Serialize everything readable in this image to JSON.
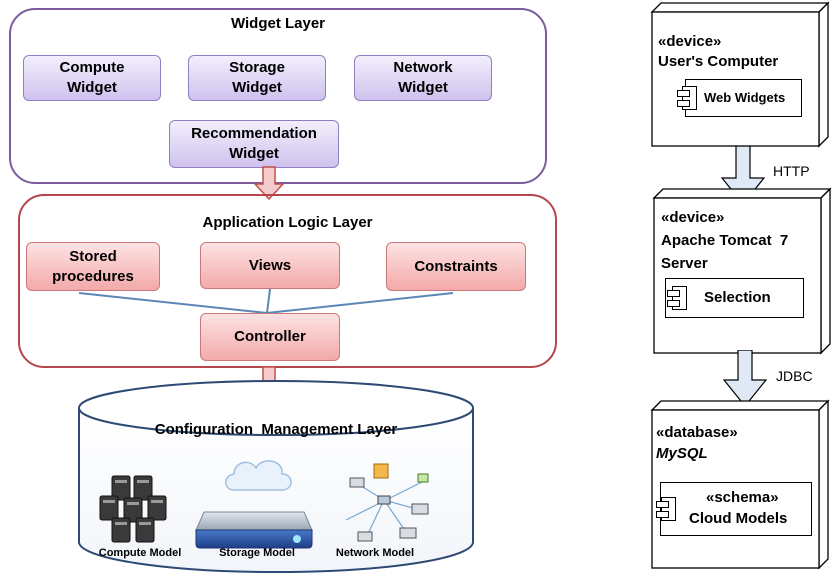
{
  "widget_layer": {
    "title": "Widget Layer",
    "compute": "Compute Widget",
    "storage": "Storage Widget",
    "network": "Network Widget",
    "recommendation": "Recommendation Widget"
  },
  "logic_layer": {
    "title": "Application Logic Layer",
    "stored_procedures": "Stored procedures",
    "views": "Views",
    "constraints": "Constraints",
    "controller": "Controller"
  },
  "config_layer": {
    "title": "Configuration  Management Layer",
    "compute_model": "Compute Model",
    "storage_model": "Storage Model",
    "network_model": "Network Model"
  },
  "deployment": {
    "node1": {
      "stereotype": "«device»",
      "name": "User's Computer",
      "component": "Web Widgets"
    },
    "link1": "HTTP",
    "node2": {
      "stereotype": "«device»",
      "name_line1": "Apache Tomcat  7",
      "name_line2": "Server",
      "component": "Selection"
    },
    "link2": "JDBC",
    "node3": {
      "stereotype": "«database»",
      "name": "MySQL",
      "component_line1": "«schema»",
      "component_line2": "Cloud Models"
    }
  },
  "colors": {
    "widget_border": "#7b5c9e",
    "logic_border": "#b5464c",
    "cylinder_border": "#2c4a74",
    "connector_line": "#5b86b5"
  }
}
